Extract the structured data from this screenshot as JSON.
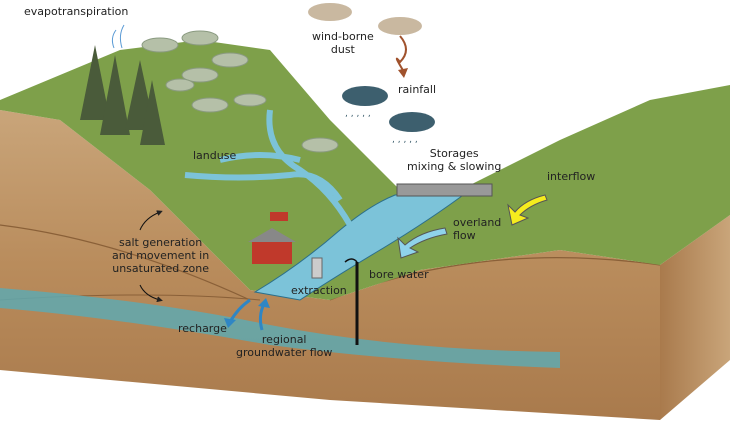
{
  "labels": {
    "evapotranspiration": "evapotranspiration",
    "wind_dust": "wind-borne\ndust",
    "rainfall": "rainfall",
    "landuse": "landuse",
    "storages": "Storages\nmixing & slowing",
    "interflow": "interflow",
    "overland_flow": "overland\nflow",
    "salt": "salt generation\nand movement in\nunsaturated zone",
    "extraction": "extraction",
    "bore_water": "bore water",
    "recharge": "recharge",
    "regional_flow": "regional\ngroundwater flow"
  },
  "colors": {
    "grass": "#7ea04a",
    "soil_top": "#c9a57a",
    "soil_mid": "#b98c5c",
    "soil_deep": "#a97a4c",
    "water": "#7cc3d9",
    "aquifer": "#5fa9b0",
    "interflow_arrow": "#f5ec1e",
    "overland_arrow": "#8fd3ea",
    "dust_arrow": "#a0522d",
    "recharge_arrow": "#2f86c4"
  }
}
